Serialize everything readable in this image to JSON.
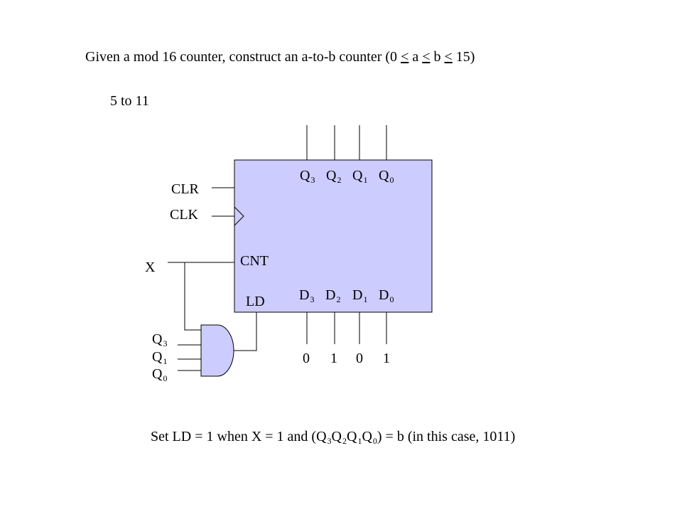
{
  "title": {
    "p1": "Given a mod 16 counter, construct an a-to-b counter (0 ",
    "lt1": "<",
    "p2": " a ",
    "lt2": "<",
    "p3": " b ",
    "lt3": "<",
    "p4": " 15)"
  },
  "subtitle": "5 to 11",
  "counter": {
    "outputs": [
      {
        "letter": "Q",
        "sub": "3"
      },
      {
        "letter": "Q",
        "sub": "2"
      },
      {
        "letter": "Q",
        "sub": "1"
      },
      {
        "letter": "Q",
        "sub": "0"
      }
    ],
    "data_inputs": [
      {
        "letter": "D",
        "sub": "3"
      },
      {
        "letter": "D",
        "sub": "2"
      },
      {
        "letter": "D",
        "sub": "1"
      },
      {
        "letter": "D",
        "sub": "0"
      }
    ],
    "cnt_label": "CNT",
    "ld_label": "LD",
    "fill_color": "#ccccff"
  },
  "side_labels": {
    "clr": "CLR",
    "clk": "CLK",
    "x": "X"
  },
  "load_bits": [
    "0",
    "1",
    "0",
    "1"
  ],
  "gate_inputs": [
    {
      "letter": "Q",
      "sub": "3"
    },
    {
      "letter": "Q",
      "sub": "1"
    },
    {
      "letter": "Q",
      "sub": "0"
    }
  ],
  "caption": {
    "p1": "Set LD = 1 when  X = 1 and (Q",
    "s3": "3",
    "q2": "Q",
    "s2": "2",
    "q1": "Q",
    "s1": "1",
    "q0": "Q",
    "s0": "0",
    "p2": ") = b (in this case, 1011)"
  }
}
